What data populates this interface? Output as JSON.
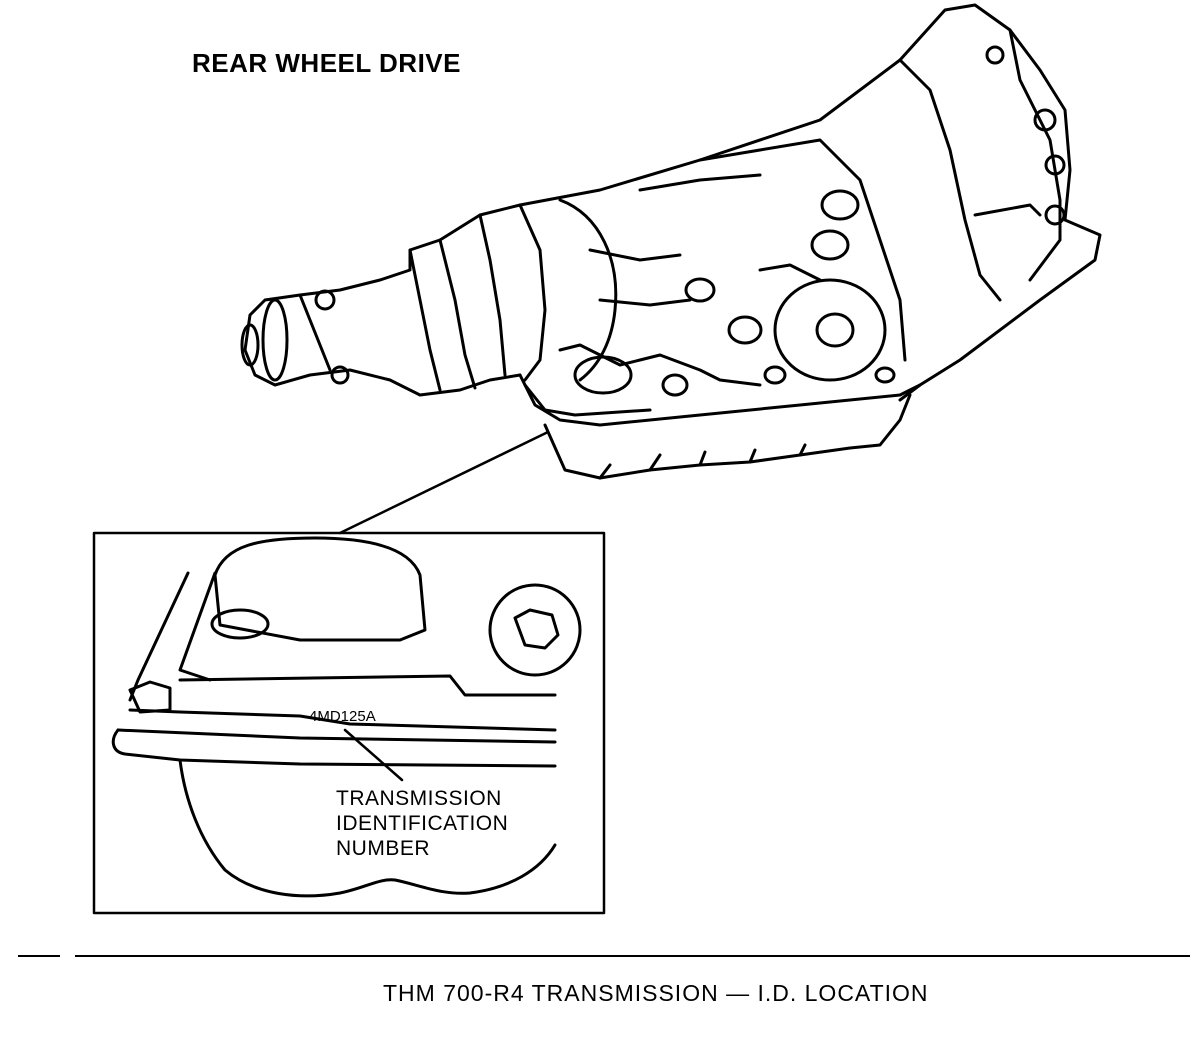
{
  "diagram": {
    "title": "REAR WHEEL DRIVE",
    "inset": {
      "id_number": "4MD125A",
      "callout_lines": [
        "TRANSMISSION",
        "IDENTIFICATION",
        "NUMBER"
      ]
    },
    "caption": "THM 700-R4 TRANSMISSION — I.D. LOCATION"
  }
}
